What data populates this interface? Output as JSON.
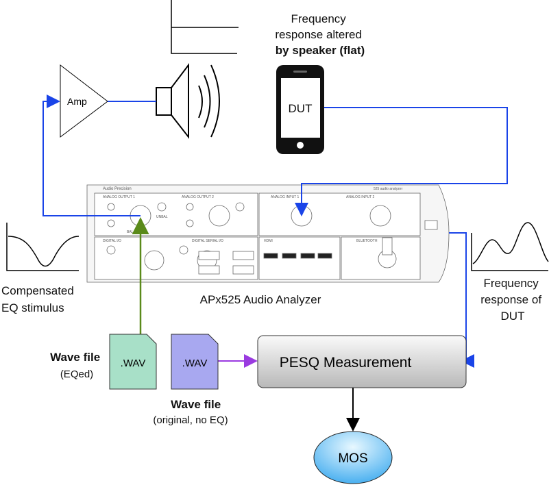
{
  "speaker_caption": [
    "Frequency",
    "response altered",
    "by speaker  (flat)"
  ],
  "amp_label": "Amp",
  "dut_label": "DUT",
  "left_caption": [
    "Compensated",
    "EQ stimulus"
  ],
  "right_caption": [
    "Frequency",
    "response of",
    "DUT"
  ],
  "analyzer_caption": "APx525 Audio Analyzer",
  "analyzer_panel": {
    "brand": "Audio Precision",
    "model": "525 audio analyzer",
    "sections": [
      "ANALOG OUTPUT 1",
      "ANALOG OUTPUT 2",
      "ANALOG INPUT 1",
      "ANALOG INPUT 2",
      "DIGITAL I/O",
      "DIGITAL SERIAL I/O",
      "HDMI",
      "BLUETOOTH"
    ],
    "balanced": "BALANCED",
    "unbal": "UNBAL"
  },
  "wav_eq": {
    "file": ".WAV",
    "title": "Wave file",
    "sub": "(EQed)",
    "color": "#a8e0c8"
  },
  "wav_orig": {
    "file": ".WAV",
    "title": "Wave file",
    "sub": "(original, no EQ)",
    "color": "#a8a8f0"
  },
  "pesq_label": "PESQ Measurement",
  "mos_label": "MOS",
  "colors": {
    "signal": "#1a44e8",
    "stimulus": "#5a8a1a",
    "reference": "#9a3ae0"
  }
}
